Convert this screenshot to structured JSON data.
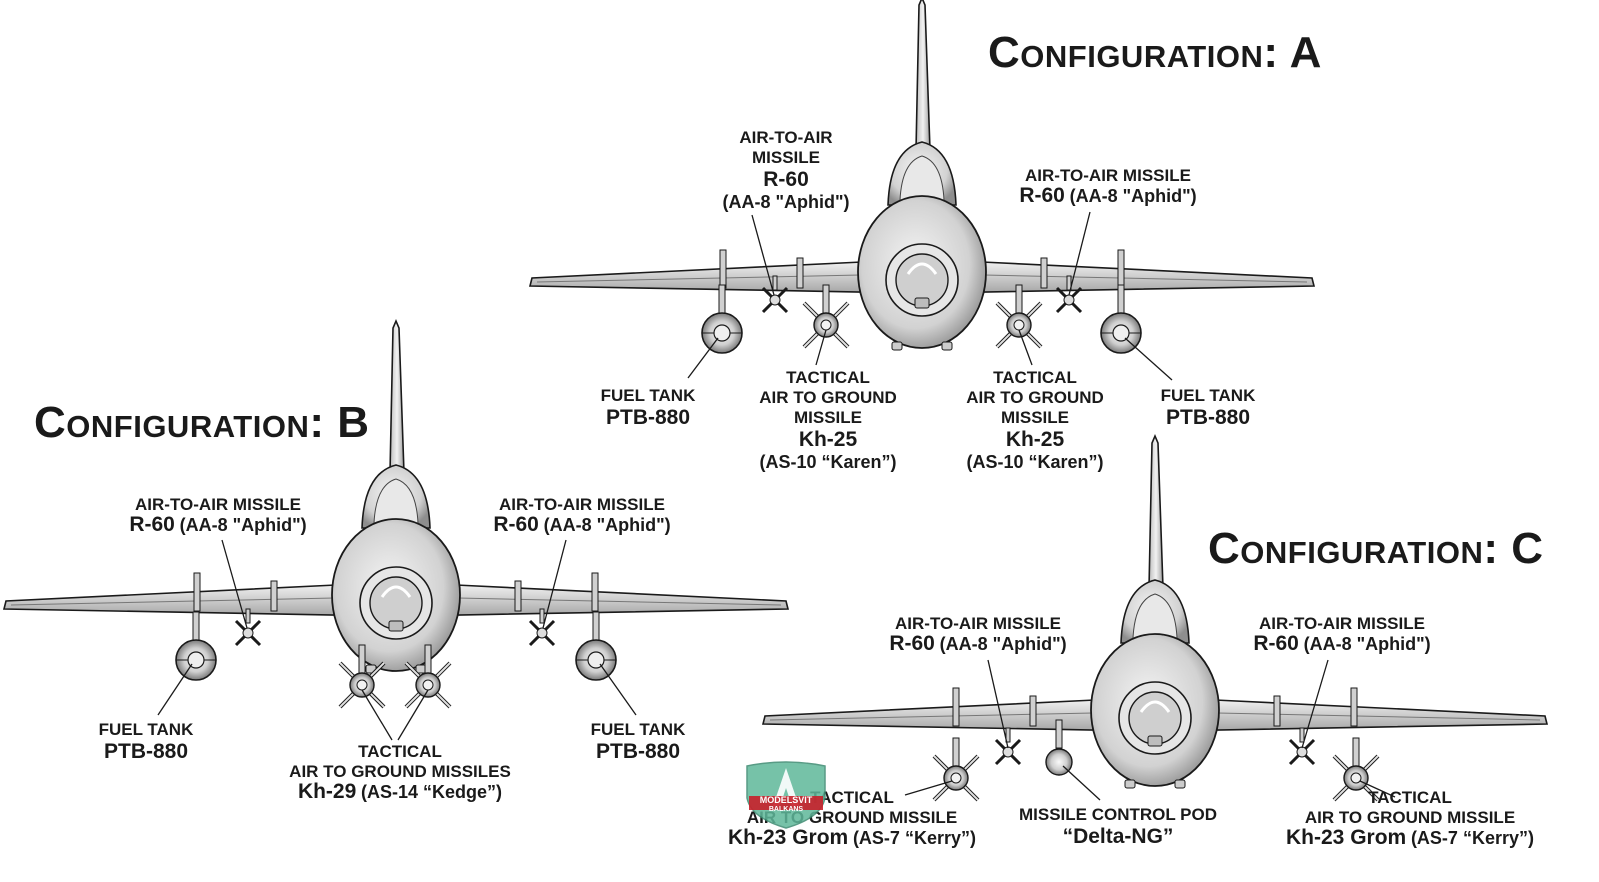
{
  "titles": {
    "a": "Configuration: A",
    "b": "Configuration: B",
    "c": "Configuration: C"
  },
  "labels": {
    "a_aam_left": {
      "l1": "AIR-TO-AIR",
      "l2": "MISSILE",
      "name": "R-60",
      "alt": "(AA-8 \"Aphid\")"
    },
    "a_aam_right": {
      "l1": "AIR-TO-AIR MISSILE",
      "name": "R-60",
      "alt": "(AA-8 \"Aphid\")"
    },
    "a_tank_left": {
      "l1": "FUEL TANK",
      "name": "PTB-880"
    },
    "a_tank_right": {
      "l1": "FUEL TANK",
      "name": "PTB-880"
    },
    "a_agm_left": {
      "l1": "TACTICAL",
      "l2": "AIR TO GROUND",
      "l3": "MISSILE",
      "name": "Kh-25",
      "alt": "(AS-10 “Karen”)"
    },
    "a_agm_right": {
      "l1": "TACTICAL",
      "l2": "AIR TO GROUND",
      "l3": "MISSILE",
      "name": "Kh-25",
      "alt": "(AS-10 “Karen”)"
    },
    "b_aam_left": {
      "l1": "AIR-TO-AIR MISSILE",
      "name": "R-60",
      "alt": "(AA-8 \"Aphid\")"
    },
    "b_aam_right": {
      "l1": "AIR-TO-AIR MISSILE",
      "name": "R-60",
      "alt": "(AA-8 \"Aphid\")"
    },
    "b_tank_left": {
      "l1": "FUEL TANK",
      "name": "PTB-880"
    },
    "b_tank_right": {
      "l1": "FUEL TANK",
      "name": "PTB-880"
    },
    "b_agm": {
      "l1": "TACTICAL",
      "l2": "AIR TO GROUND MISSILES",
      "name": "Kh-29",
      "alt": "(AS-14 “Kedge”)"
    },
    "c_aam_left": {
      "l1": "AIR-TO-AIR MISSILE",
      "name": "R-60",
      "alt": "(AA-8 \"Aphid\")"
    },
    "c_aam_right": {
      "l1": "AIR-TO-AIR MISSILE",
      "name": "R-60",
      "alt": "(AA-8 \"Aphid\")"
    },
    "c_agm_left": {
      "l1": "TACTICAL",
      "l2": "AIR TO GROUND MISSILE",
      "name": "Kh-23 Grom",
      "alt": "(AS-7 “Kerry”)"
    },
    "c_agm_right": {
      "l1": "TACTICAL",
      "l2": "AIR TO GROUND MISSILE",
      "name": "Kh-23 Grom",
      "alt": "(AS-7 “Kerry”)"
    },
    "c_pod": {
      "l1": "MISSILE CONTROL POD",
      "name": "“Delta-NG”"
    }
  },
  "logo": {
    "text": "MODELSVIT",
    "sub": "BALKANS"
  },
  "colors": {
    "ink": "#1a1a1a",
    "metal": "#d9d9d9",
    "shade": "#9a9a9a",
    "logo_green": "#5fb89a",
    "logo_red": "#c8202a"
  }
}
